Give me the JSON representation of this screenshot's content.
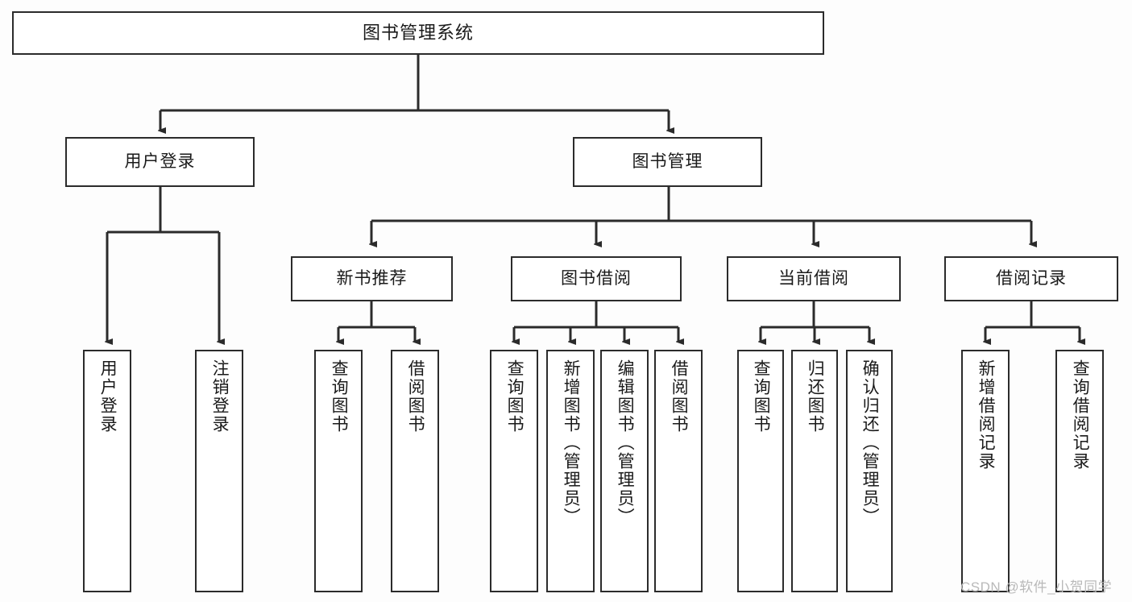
{
  "diagram": {
    "title": "图书管理系统",
    "watermark": "CSDN @软件_小贺同学",
    "colors": {
      "background": "#fdfdfd",
      "node_fill": "#ffffff",
      "border": "#2b2b2b",
      "text": "#1a1a1a",
      "watermark": "#b9b9b9"
    },
    "nodes": {
      "root": {
        "label": "图书管理系统"
      },
      "level2": [
        {
          "id": "user-login",
          "label": "用户登录"
        },
        {
          "id": "book-management",
          "label": "图书管理"
        }
      ],
      "level3": [
        {
          "id": "new-book-recommend",
          "label": "新书推荐"
        },
        {
          "id": "book-borrow",
          "label": "图书借阅"
        },
        {
          "id": "current-borrow",
          "label": "当前借阅"
        },
        {
          "id": "borrow-record",
          "label": "借阅记录"
        }
      ],
      "leaves": {
        "user_login": [
          {
            "id": "leaf-user-login",
            "label": "用户登录"
          },
          {
            "id": "leaf-logout-login",
            "label": "注销登录"
          }
        ],
        "new_book_recommend": [
          {
            "id": "leaf-query-book-1",
            "label": "查询图书"
          },
          {
            "id": "leaf-borrow-book-1",
            "label": "借阅图书"
          }
        ],
        "book_borrow": [
          {
            "id": "leaf-query-book-2",
            "label": "查询图书"
          },
          {
            "id": "leaf-add-book",
            "label": "新增图书（管理员）"
          },
          {
            "id": "leaf-edit-book",
            "label": "编辑图书（管理员）"
          },
          {
            "id": "leaf-borrow-book-2",
            "label": "借阅图书"
          }
        ],
        "current_borrow": [
          {
            "id": "leaf-query-book-3",
            "label": "查询图书"
          },
          {
            "id": "leaf-return-book",
            "label": "归还图书"
          },
          {
            "id": "leaf-confirm-return",
            "label": "确认归还（管理员）"
          }
        ],
        "borrow_record": [
          {
            "id": "leaf-add-record",
            "label": "新增借阅记录"
          },
          {
            "id": "leaf-query-record",
            "label": "查询借阅记录"
          }
        ]
      }
    }
  }
}
